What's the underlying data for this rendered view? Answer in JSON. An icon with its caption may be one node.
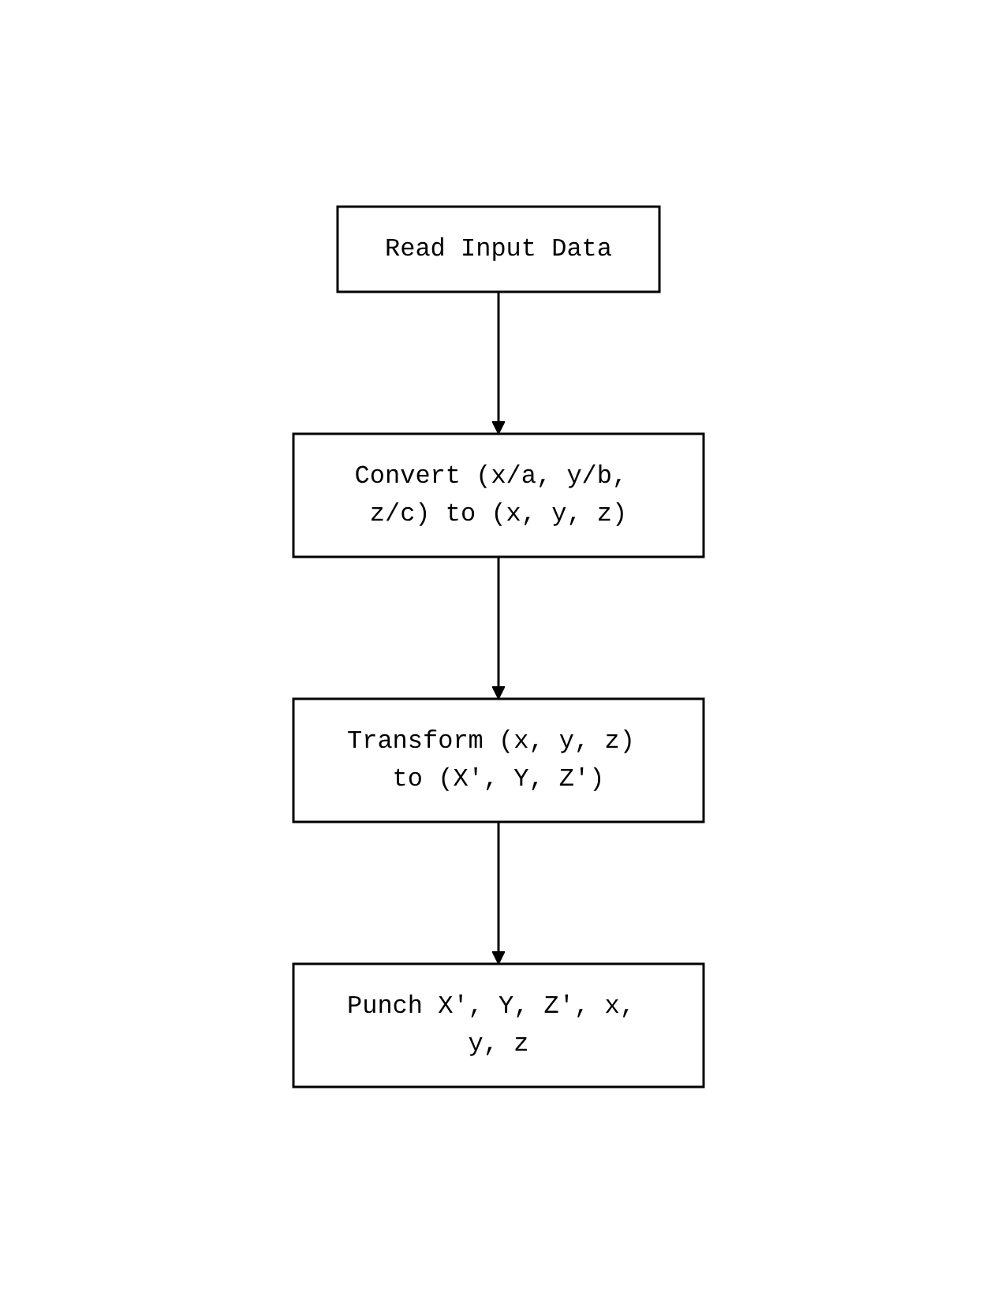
{
  "diagram": {
    "nodes": [
      {
        "text": [
          "Read Input Data"
        ]
      },
      {
        "text": [
          "Convert (x/a, y/b, z/c) to (x, y, z)"
        ]
      },
      {
        "text": [
          "Transform (x, y, z) to (X', Y, Z')"
        ]
      },
      {
        "text": [
          "Punch X', Y, Z', x, y, z"
        ]
      }
    ],
    "edges": [
      {
        "from": 0,
        "to": 1,
        "arrow": "to"
      },
      {
        "from": 1,
        "to": 2,
        "arrow": "to"
      },
      {
        "from": 2,
        "to": 3,
        "arrow": "to"
      }
    ]
  }
}
